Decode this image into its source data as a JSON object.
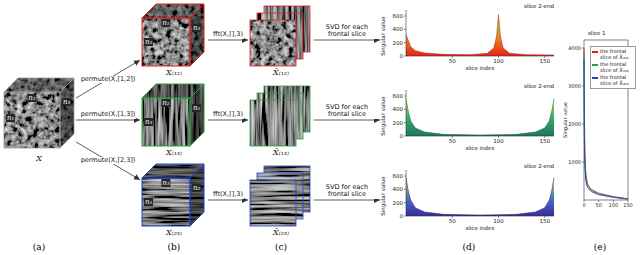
{
  "diagram": {
    "nodes": [
      {
        "text": [
          "X"
        ]
      },
      {
        "text": [
          "X₍₁₂₎"
        ]
      },
      {
        "text": [
          "X₍₁₃₎"
        ]
      },
      {
        "text": [
          "X₍₂₃₎"
        ]
      },
      {
        "text": [
          "X̄₍₁₂₎"
        ]
      },
      {
        "text": [
          "X̄₍₁₃₎"
        ]
      },
      {
        "text": [
          "X̄₍₂₃₎"
        ]
      },
      {
        "text": [
          "slice 2-end"
        ]
      },
      {
        "text": [
          "slice 2-end"
        ]
      },
      {
        "text": [
          "slice 2-end"
        ]
      },
      {
        "text": [
          "slice 1"
        ]
      }
    ],
    "edges": [
      {
        "from": 0,
        "to": 1,
        "label": "permute(X,[1,2])",
        "arrow": "to"
      },
      {
        "from": 0,
        "to": 2,
        "label": "permute(X,[1,3])",
        "arrow": "to"
      },
      {
        "from": 0,
        "to": 3,
        "label": "permute(X,[2,3])",
        "arrow": "to"
      },
      {
        "from": 1,
        "to": 4,
        "label": "fft(X,[],3)",
        "arrow": "to"
      },
      {
        "from": 2,
        "to": 5,
        "label": "fft(X,[],3)",
        "arrow": "to"
      },
      {
        "from": 3,
        "to": 6,
        "label": "fft(X,[],3)",
        "arrow": "to"
      },
      {
        "from": 4,
        "to": 7,
        "label": "SVD for each frontal slice",
        "arrow": "to"
      },
      {
        "from": 5,
        "to": 8,
        "label": "SVD for each frontal slice",
        "arrow": "to"
      },
      {
        "from": 6,
        "to": 9,
        "label": "SVD for each frontal slice",
        "arrow": "to"
      }
    ],
    "labels": [
      "n₁",
      "n₂",
      "n₃",
      "n₁",
      "n₂",
      "n₃",
      "n₁",
      "n₂",
      "n₃",
      "n₁",
      "n₂",
      "n₃",
      "(a)",
      "(b)",
      "(c)",
      "(d)",
      "(e)",
      "600",
      "400",
      "200",
      "0",
      "50",
      "100",
      "150",
      "Singular value",
      "slice index",
      "600",
      "400",
      "200",
      "0",
      "50",
      "100",
      "150",
      "Singular value",
      "slice index",
      "600",
      "400",
      "200",
      "0",
      "50",
      "100",
      "150",
      "Singular value",
      "slice index",
      "4000",
      "3000",
      "2000",
      "1000",
      "0",
      "50",
      "100",
      "150",
      "Singular value"
    ],
    "legend": [
      {
        "text": "the frontal slice of X̄₍₁₂₎",
        "color": "#e02020"
      },
      {
        "text": "the frontal slice of X̄₍₁₃₎",
        "color": "#20a040"
      },
      {
        "text": "the frontal slice of X̄₍₂₃₎",
        "color": "#2040d0"
      }
    ]
  }
}
